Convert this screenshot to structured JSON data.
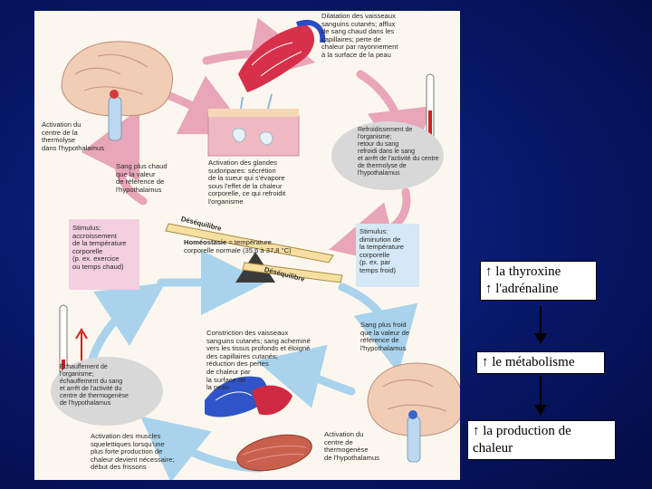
{
  "figure": {
    "top_right": "Dilatation des vaisseaux\nsanguins cutanés; afflux\nde sang chaud dans les\ncapillaires; perte de\nchaleur par rayonnement\nà la surface de la peau",
    "top_left": "Activation du\ncentre de la\nthermolyse\ndans l'hypothalamus",
    "glands": "Activation des glandes\nsudoripares: sécrétion\nde la sueur qui s'évapore\nsous l'effet de la chaleur\ncorporelle, ce qui refroidit\nl'organisme",
    "cooling": "Refroidissement de\nl'organisme;\nretour du sang\nrefroidi dans le sang\net arrêt de l'activité du centre\nde thermolyse de\nl'hypothalamus",
    "hot_blood": "Sang plus chaud\nque la valeur\nde référence de\nl'hypothalamus",
    "stim_hot": "Stimulus:\naccroissement\nde la température\ncorporelle\n(p. ex. exercice\nou temps chaud)",
    "desequilibre_top": "Déséquilibre",
    "homeostasis_bold": "Homéostasie",
    "homeostasis_rest": " = température\ncorporelle normale (35,6 à 37,8 °C)",
    "desequilibre_bottom": "Déséquilibre",
    "stim_cold": "Stimulus:\ndiminution de\nla température\ncorporelle\n(p. ex. par\ntemps froid)",
    "warming": "Échauffement de\nl'organisme;\néchauffement du sang\net arrêt de l'activité du\ncentre de thermogenèse\nde l'hypothalamus",
    "constriction": "Constriction des vaisseaux\nsanguins cutanés; sang acheminé\nvers les tissus profonds et éloigné\ndes capillaires cutanés;\nréduction des pertes\nde chaleur par\nla surface de\nla peau",
    "cold_blood": "Sang plus froid\nque la valeur de\nréférence de\nl'hypothalamus",
    "muscles": "Activation des muscles\nsquelettiques lorsqu'une\nplus forte production de\nchaleur devient nécessaire;\ndébut des frissons",
    "thermogenesis": "Activation du\ncentre de\nthermogenèse\nde l'hypothalamus"
  },
  "flow": {
    "box1_line1": "↑ la thyroxine",
    "box1_line2": "↑ l'adrénaline",
    "box2": "↑ le métabolisme",
    "box3": "↑ la production de chaleur"
  },
  "colors": {
    "background": "#081a6e",
    "hot_loop": "#e8a6b8",
    "cold_loop": "#a9d3ec",
    "stim_hot": "#f3cfe0",
    "stim_cold": "#d4e8f5"
  }
}
